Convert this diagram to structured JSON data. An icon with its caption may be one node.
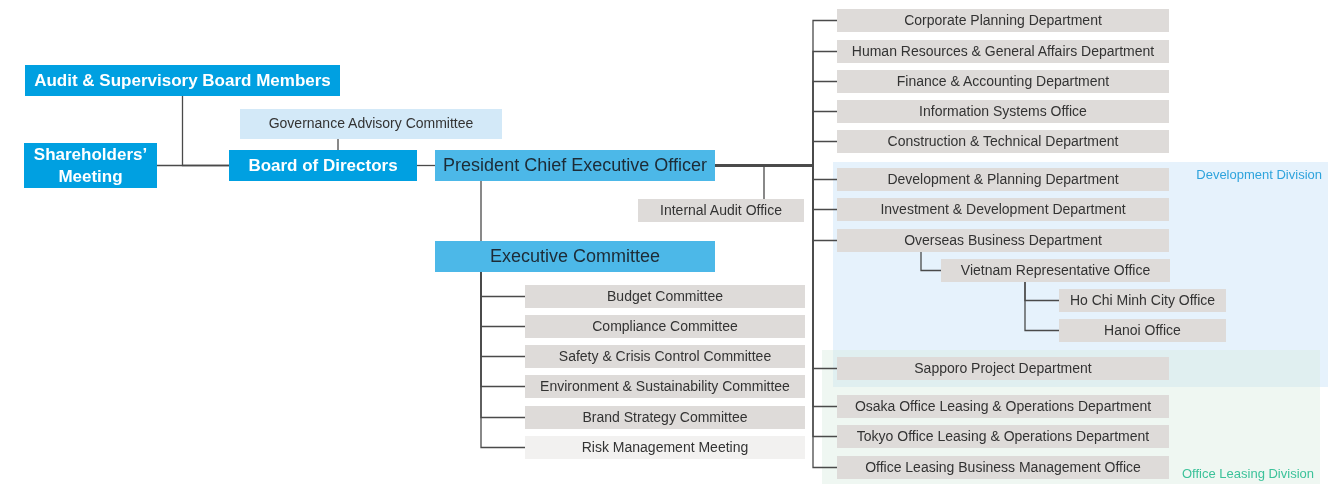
{
  "diagram": {
    "nodes": [
      {
        "text": [
          "Audit & Supervisory Board Members"
        ]
      },
      {
        "text": [
          "Shareholders’ Meeting"
        ]
      },
      {
        "text": [
          "Governance Advisory Committee"
        ]
      },
      {
        "text": [
          "Board of Directors"
        ]
      },
      {
        "text": [
          "President Chief Executive Officer"
        ]
      },
      {
        "text": [
          "Internal Audit Office"
        ]
      },
      {
        "text": [
          "Executive Committee"
        ]
      },
      {
        "text": [
          "Budget Committee"
        ]
      },
      {
        "text": [
          "Compliance Committee"
        ]
      },
      {
        "text": [
          "Safety & Crisis Control Committee"
        ]
      },
      {
        "text": [
          "Environment & Sustainability Committee"
        ]
      },
      {
        "text": [
          "Brand Strategy Committee"
        ]
      },
      {
        "text": [
          "Risk Management Meeting"
        ]
      },
      {
        "text": [
          "Development Division"
        ]
      },
      {
        "text": [
          "Office Leasing Division"
        ]
      },
      {
        "text": [
          "Corporate Planning Department"
        ]
      },
      {
        "text": [
          "Human Resources & General Affairs Department"
        ]
      },
      {
        "text": [
          "Finance & Accounting Department"
        ]
      },
      {
        "text": [
          "Information Systems Office"
        ]
      },
      {
        "text": [
          "Construction & Technical Department"
        ]
      },
      {
        "text": [
          "Development & Planning Department"
        ],
        "in": 13
      },
      {
        "text": [
          "Investment & Development Department"
        ],
        "in": 13
      },
      {
        "text": [
          "Overseas Business Department"
        ],
        "in": 13
      },
      {
        "text": [
          "Vietnam Representative Office"
        ],
        "in": 13
      },
      {
        "text": [
          "Ho Chi Minh City Office"
        ],
        "in": 13
      },
      {
        "text": [
          "Hanoi Office"
        ],
        "in": 13
      },
      {
        "text": [
          "Sapporo Project Department"
        ]
      },
      {
        "text": [
          "Osaka Office Leasing & Operations Department"
        ],
        "in": 14
      },
      {
        "text": [
          "Tokyo Office Leasing & Operations Department"
        ],
        "in": 14
      },
      {
        "text": [
          "Office Leasing Business Management Office"
        ],
        "in": 14
      }
    ],
    "edges": [
      {
        "from": 1,
        "to": 3,
        "arrow": "none"
      },
      {
        "from": 0,
        "to": 3,
        "arrow": "none"
      },
      {
        "from": 2,
        "to": 3,
        "arrow": "none"
      },
      {
        "from": 3,
        "to": 4,
        "arrow": "none"
      },
      {
        "from": 4,
        "to": 5,
        "arrow": "none"
      },
      {
        "from": 4,
        "to": 6,
        "arrow": "none"
      },
      {
        "from": 6,
        "to": 7,
        "arrow": "none"
      },
      {
        "from": 6,
        "to": 8,
        "arrow": "none"
      },
      {
        "from": 6,
        "to": 9,
        "arrow": "none"
      },
      {
        "from": 6,
        "to": 10,
        "arrow": "none"
      },
      {
        "from": 6,
        "to": 11,
        "arrow": "none"
      },
      {
        "from": 6,
        "to": 12,
        "arrow": "none"
      },
      {
        "from": 4,
        "to": 15,
        "arrow": "none"
      },
      {
        "from": 4,
        "to": 16,
        "arrow": "none"
      },
      {
        "from": 4,
        "to": 17,
        "arrow": "none"
      },
      {
        "from": 4,
        "to": 18,
        "arrow": "none"
      },
      {
        "from": 4,
        "to": 19,
        "arrow": "none"
      },
      {
        "from": 4,
        "to": 20,
        "arrow": "none"
      },
      {
        "from": 4,
        "to": 21,
        "arrow": "none"
      },
      {
        "from": 4,
        "to": 22,
        "arrow": "none"
      },
      {
        "from": 4,
        "to": 26,
        "arrow": "none"
      },
      {
        "from": 4,
        "to": 27,
        "arrow": "none"
      },
      {
        "from": 4,
        "to": 28,
        "arrow": "none"
      },
      {
        "from": 4,
        "to": 29,
        "arrow": "none"
      },
      {
        "from": 22,
        "to": 23,
        "arrow": "none"
      },
      {
        "from": 23,
        "to": 24,
        "arrow": "none"
      },
      {
        "from": 23,
        "to": 25,
        "arrow": "none"
      }
    ]
  }
}
